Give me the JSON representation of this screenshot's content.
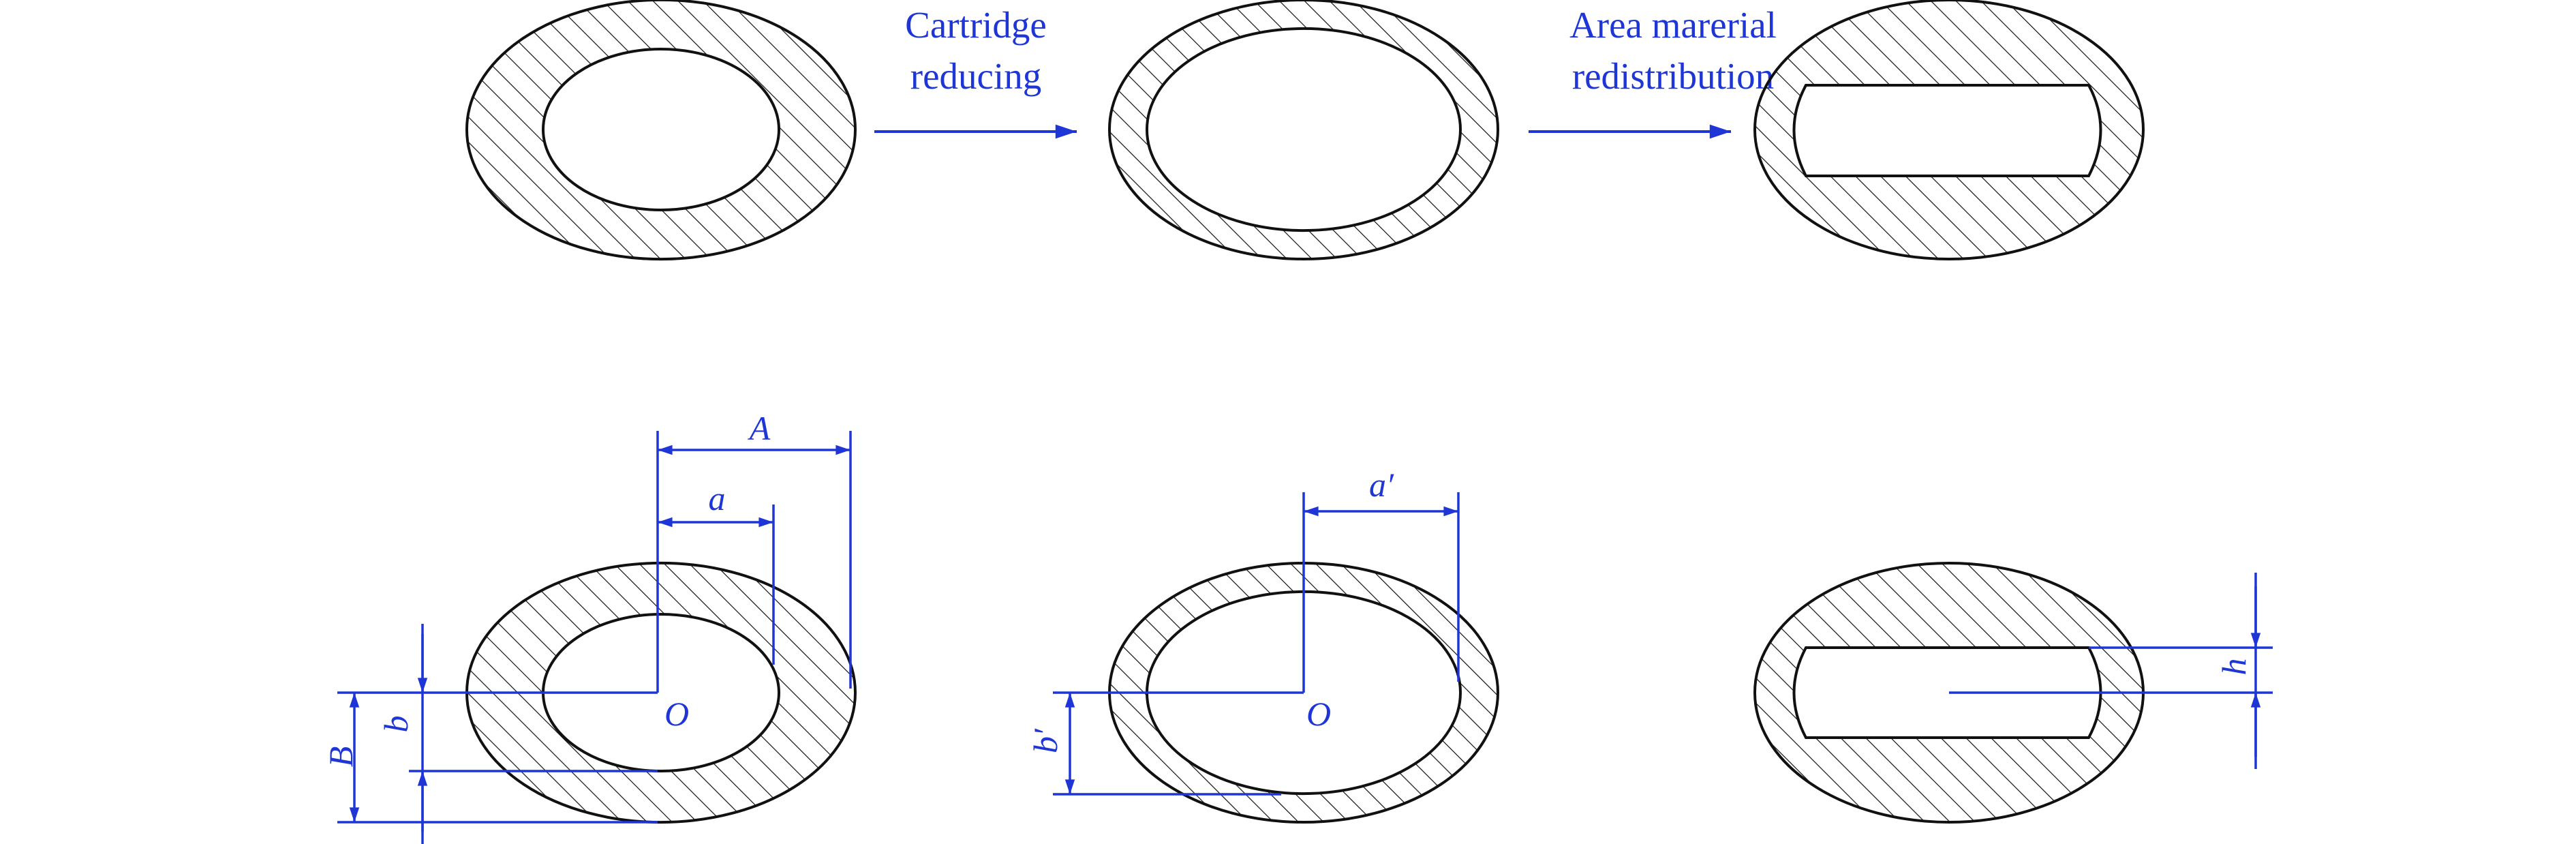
{
  "colors": {
    "annotation": "#1f36d6",
    "section_outline": "#111111",
    "hatch": "#111111",
    "background": "#ffffff"
  },
  "process": {
    "step1_line1": "Cartridge",
    "step1_line2": "reducing",
    "step2_line1": "Area marerial",
    "step2_line2": "redistribution"
  },
  "dimensions": {
    "outer_half_width": "A",
    "inner_half_width": "a",
    "outer_half_height": "B",
    "inner_half_height": "b",
    "center": "O",
    "reduced_half_width": "a′",
    "reduced_half_height": "b′",
    "center_2": "O",
    "slot_half_height": "h"
  }
}
